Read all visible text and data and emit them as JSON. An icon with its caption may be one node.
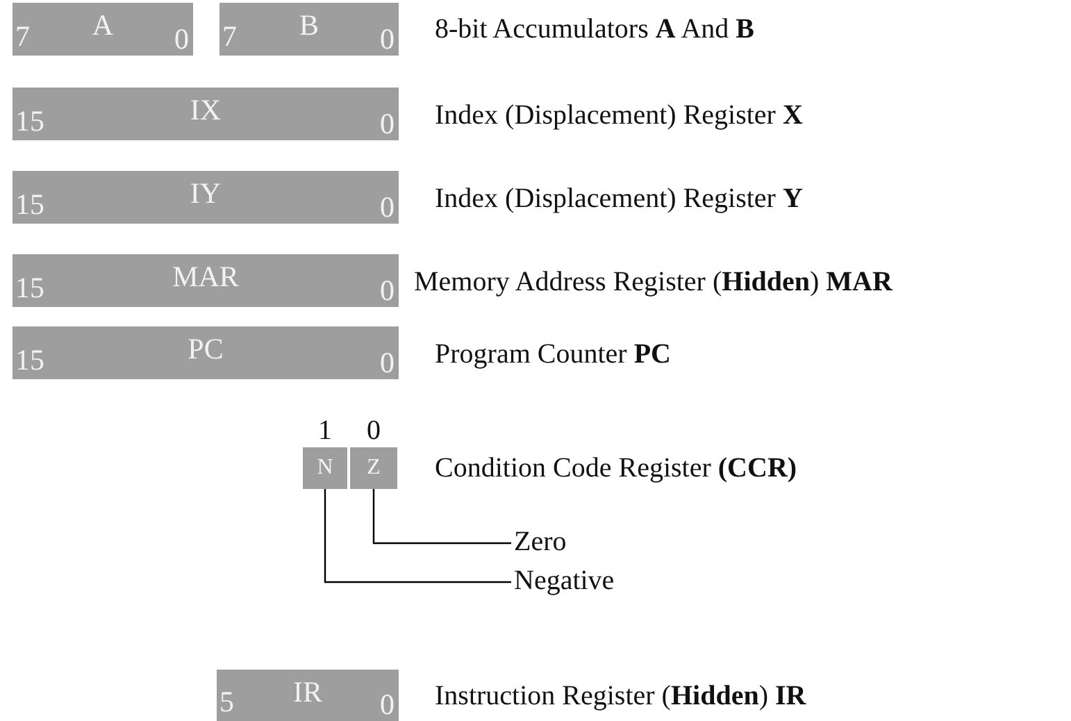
{
  "diagram": {
    "nodes": [
      {
        "text": [
          "7",
          "A",
          "0"
        ]
      },
      {
        "text": [
          "7",
          "B",
          "0"
        ]
      },
      {
        "text": [
          "15",
          "IX",
          "0"
        ]
      },
      {
        "text": [
          "15",
          "IY",
          "0"
        ]
      },
      {
        "text": [
          "15",
          "MAR",
          "0"
        ]
      },
      {
        "text": [
          "15",
          "PC",
          "0"
        ]
      },
      {
        "text": [
          "N"
        ],
        "beside": [
          "1"
        ]
      },
      {
        "text": [
          "Z"
        ],
        "beside": [
          "0"
        ]
      },
      {
        "text": [
          "Zero"
        ]
      },
      {
        "text": [
          "Negative"
        ]
      },
      {
        "text": [
          "5",
          "IR",
          "0"
        ]
      }
    ],
    "edges": [
      {
        "from": 7,
        "to": 8,
        "arrow": "none"
      },
      {
        "from": 6,
        "to": 9,
        "arrow": "none"
      }
    ],
    "labels": [
      "8-bit Accumulators **A** And **B**",
      "Index (Displacement) Register **X**",
      "Index (Displacement) Register **Y**",
      "Memory Address Register (**Hidden**) **MAR**",
      "Program Counter **PC**",
      "Condition Code Register **(CCR)**",
      "Instruction Register (**Hidden**) **IR**"
    ]
  }
}
